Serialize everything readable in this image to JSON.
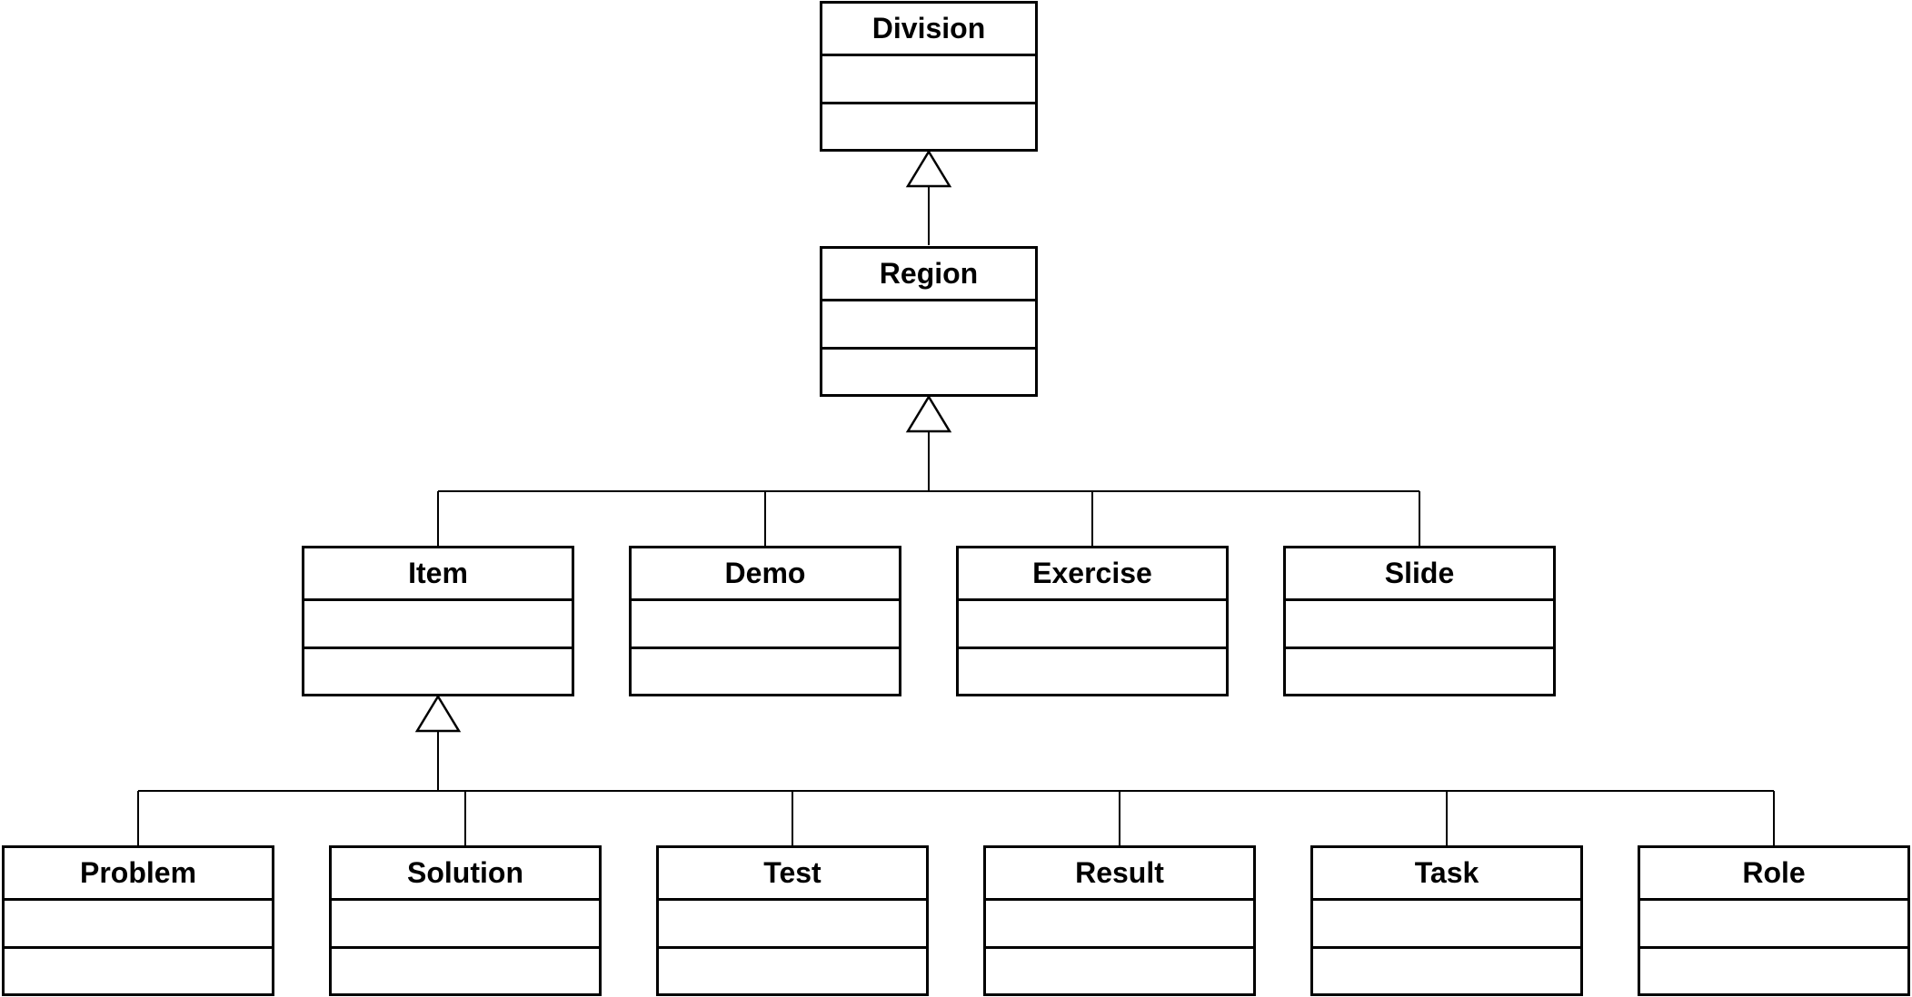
{
  "diagram": {
    "classes": {
      "division": "Division",
      "region": "Region",
      "item": "Item",
      "demo": "Demo",
      "exercise": "Exercise",
      "slide": "Slide",
      "problem": "Problem",
      "solution": "Solution",
      "test": "Test",
      "result": "Result",
      "task": "Task",
      "role": "Role"
    },
    "relationships": [
      {
        "type": "generalization",
        "parent": "Division",
        "children": [
          "Region"
        ]
      },
      {
        "type": "generalization",
        "parent": "Region",
        "children": [
          "Item",
          "Demo",
          "Exercise",
          "Slide"
        ]
      },
      {
        "type": "generalization",
        "parent": "Item",
        "children": [
          "Problem",
          "Solution",
          "Test",
          "Result",
          "Task",
          "Role"
        ]
      }
    ]
  }
}
